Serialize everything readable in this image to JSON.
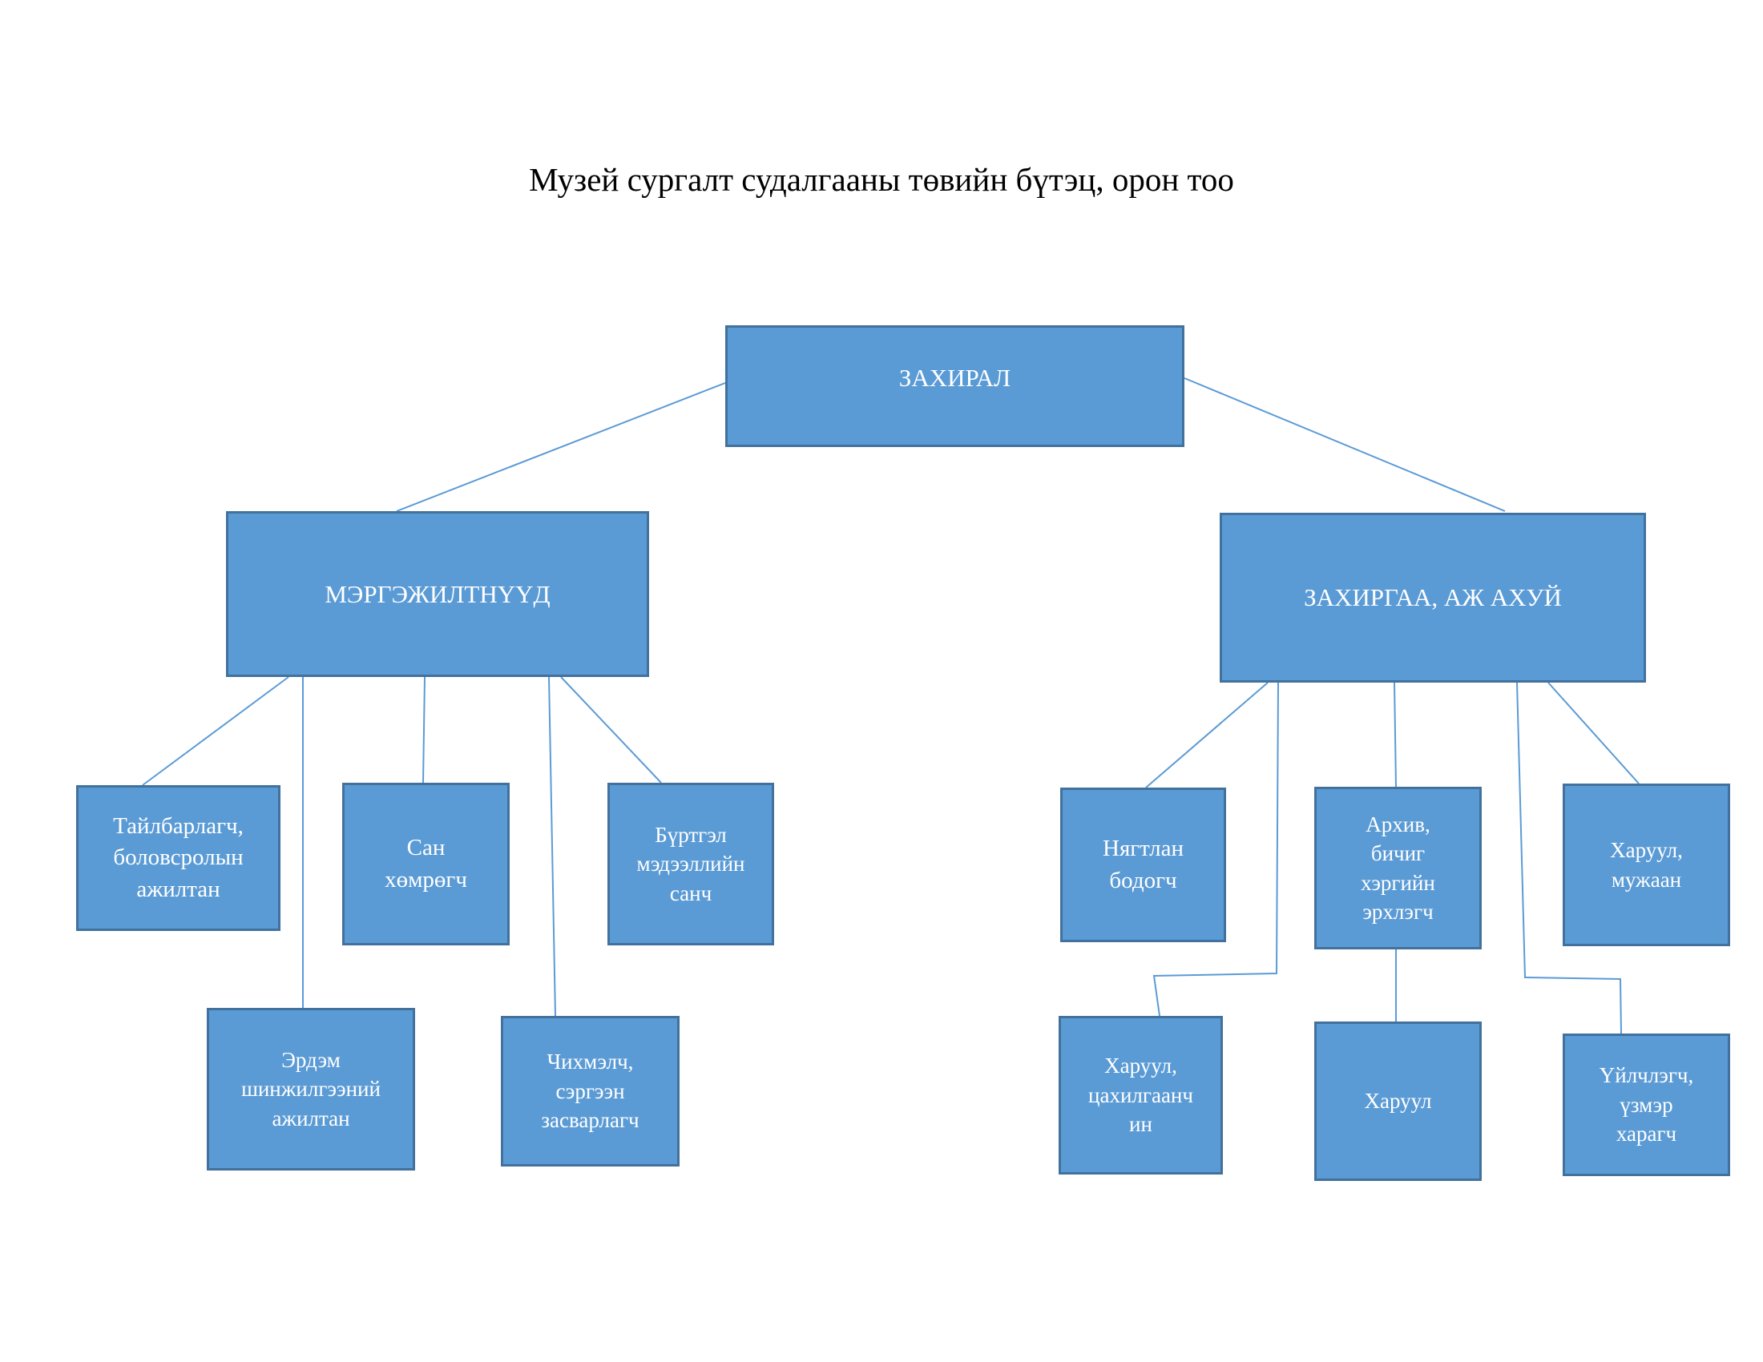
{
  "title": "Музей сургалт судалгааны төвийн бүтэц, орон тоо",
  "nodes": {
    "director": "ЗАХИРАЛ",
    "specialists": "МЭРГЭЖИЛТНҮҮД",
    "admin": "ЗАХИРГАА, АЖ АХУЙ",
    "guide": "Тайлбарлагч,\nболовсролын\nажилтан",
    "researcher": "Эрдэм\nшинжилгээний\nажилтан",
    "curator": "Сан\nхөмрөгч",
    "taxidermist": "Чихмэлч,\nсэргээн\nзасварлагч",
    "registry": "Бүртгэл\nмэдээллийн\nсанч",
    "accountant": "Нягтлан\nбодогч",
    "archivist": "Архив,\nбичиг\nхэргийн\nэрхлэгч",
    "guard_carpenter": "Харуул,\nмужаан",
    "guard_electrician": "Харуул,\nцахилгаанч\nин",
    "guard": "Харуул",
    "cleaner": "Үйлчлэгч,\nүзмэр\nхарагч"
  },
  "colors": {
    "box_fill": "#5b9bd5",
    "box_border": "#41719c",
    "connector": "#5b9bd5",
    "box_text": "#ffffff"
  }
}
